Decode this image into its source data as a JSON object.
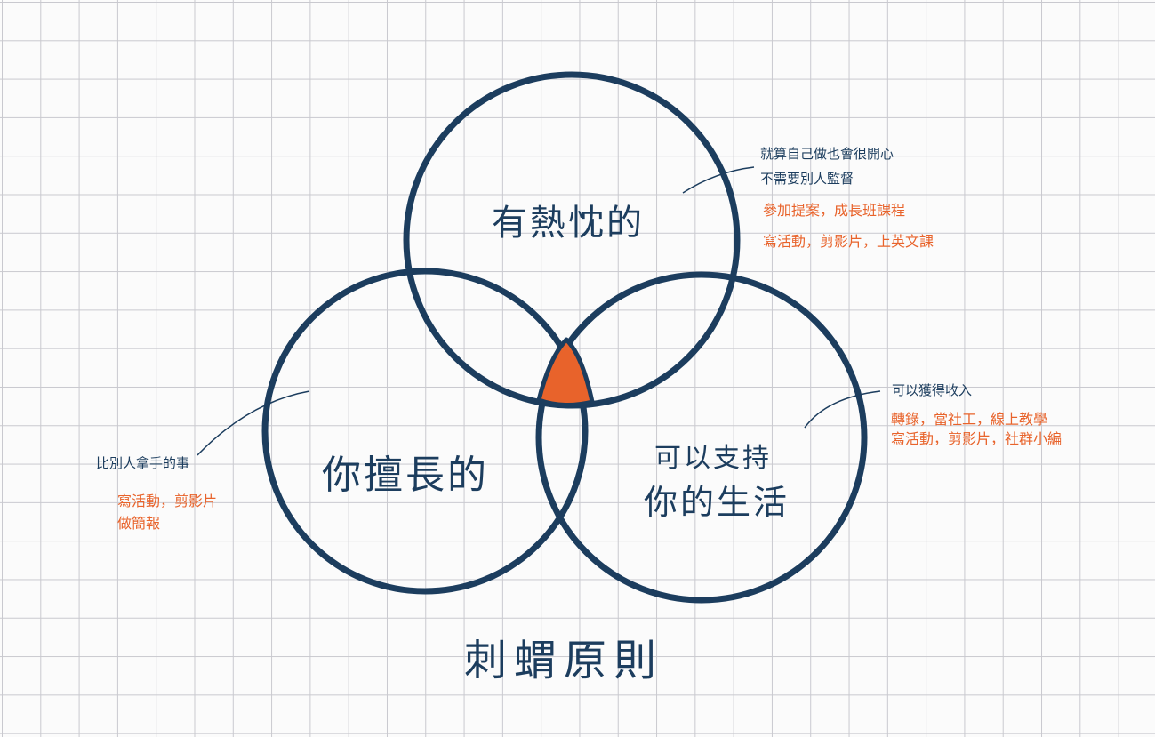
{
  "colors": {
    "ink": "#1c3d5e",
    "accent": "#e8632b",
    "grid": "#c9c9cf"
  },
  "circles": {
    "top": {
      "label": "有熱忱的"
    },
    "left": {
      "label": "你擅長的"
    },
    "right": {
      "label_line1": "可以支持",
      "label_line2": "你的生活"
    }
  },
  "notes": {
    "top": {
      "desc_line1": "就算自己做也會很開心",
      "desc_line2": "不需要別人監督",
      "example_line1": "參加提案，成長班課程",
      "example_line2": "寫活動，剪影片，上英文課"
    },
    "left": {
      "desc": "比別人拿手的事",
      "example_line1": "寫活動，剪影片",
      "example_line2": "做簡報"
    },
    "right": {
      "desc": "可以獲得收入",
      "example_line1": "轉錄，當社工，線上教學",
      "example_line2": "寫活動，剪影片，社群小編"
    }
  },
  "title": "刺蝟原則"
}
